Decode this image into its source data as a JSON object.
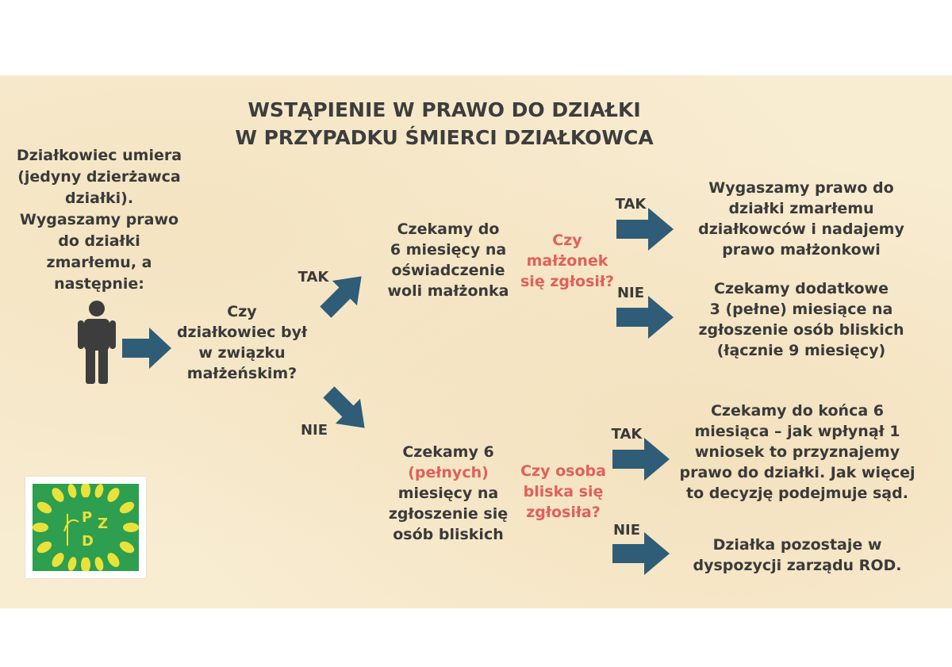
{
  "title": {
    "line1": "WSTĄPIENIE W PRAWO DO DZIAŁKI",
    "line2": "W PRZYPADKU ŚMIERCI DZIAŁKOWCA"
  },
  "start_text": "Działkowiec umiera\n(jedyny dzierżawca\ndziałki).\nWygaszamy prawo\ndo działki\nzmarłemu, a\nnastępnie:",
  "question_married": "Czy\ndziałkowiec był\nw związku\nmałżeńskim?",
  "labels": {
    "tak": "TAK",
    "nie": "NIE"
  },
  "branch_married": {
    "wait": "Czekamy do\n6 miesięcy na\noświadczenie\nwoli małżonka",
    "question": "Czy\nmałżonek\nsię zgłosił?",
    "tak_result": "Wygaszamy prawo do\ndziałki zmarłemu\ndziałkowców i nadajemy\nprawo małżonkowi",
    "nie_result": "Czekamy dodatkowe\n3 (pełne) miesiące na\nzgłoszenie osób bliskich\n(łącznie 9 miesięcy)"
  },
  "branch_single": {
    "wait_line1": "Czekamy 6",
    "wait_highlight": "(pełnych)",
    "wait_rest": "miesięcy na\nzgłoszenie się\nosób bliskich",
    "question": "Czy osoba\nbliska się\nzgłosiła?",
    "tak_result": "Czekamy do końca 6\nmiesiąca – jak wpłynął 1\nwniosek to przyznajemy\nprawo do działki. Jak więcej\nto decyzję podejmuje sąd.",
    "nie_result": "Działka pozostaje w\ndyspozycji zarządu ROD."
  },
  "logo": {
    "letter_p": "P",
    "letter_z": "Z",
    "letter_d": "D"
  },
  "colors": {
    "arrow": "#2f5d77",
    "text": "#3a3a3a",
    "highlight": "#e0605a",
    "logo_green": "#2e9e4f",
    "logo_yellow": "#e8e23a"
  }
}
